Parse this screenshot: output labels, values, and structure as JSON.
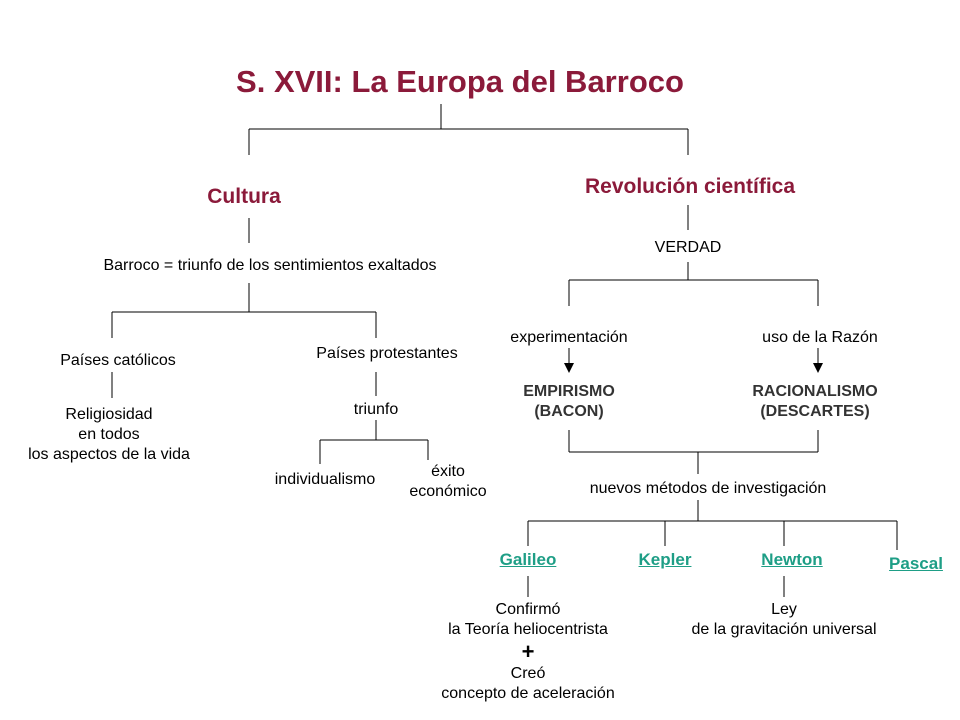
{
  "title": "S. XVII: La Europa del Barroco",
  "cultura": {
    "heading": "Cultura",
    "barroco": "Barroco = triunfo de los sentimientos exaltados",
    "catolicos": {
      "label": "Países católicos",
      "detail": "Religiosidad\nen todos\nlos aspectos de la vida"
    },
    "protestantes": {
      "label": "Países protestantes",
      "triunfo": "triunfo",
      "individualismo": "individualismo",
      "exito": "éxito\neconómico"
    }
  },
  "revolucion": {
    "heading": "Revolución científica",
    "verdad": "VERDAD",
    "experimentacion": "experimentación",
    "razon": "uso de la Razón",
    "empirismo": "EMPIRISMO\n(BACON)",
    "racionalismo": "RACIONALISMO\n(DESCARTES)",
    "metodos": "nuevos métodos de investigación",
    "scientists": {
      "galileo": "Galileo",
      "kepler": "Kepler",
      "newton": "Newton",
      "pascal": "Pascal"
    },
    "galileo_detail": "Confirmó\nla Teoría heliocentrista",
    "plus": "+",
    "galileo_detail2": "Creó\nconcepto de aceleración",
    "newton_detail": "Ley\nde la gravitación universal"
  },
  "colors": {
    "heading": "#8b1a3a",
    "link": "#1e9e86",
    "line": "#000000"
  }
}
